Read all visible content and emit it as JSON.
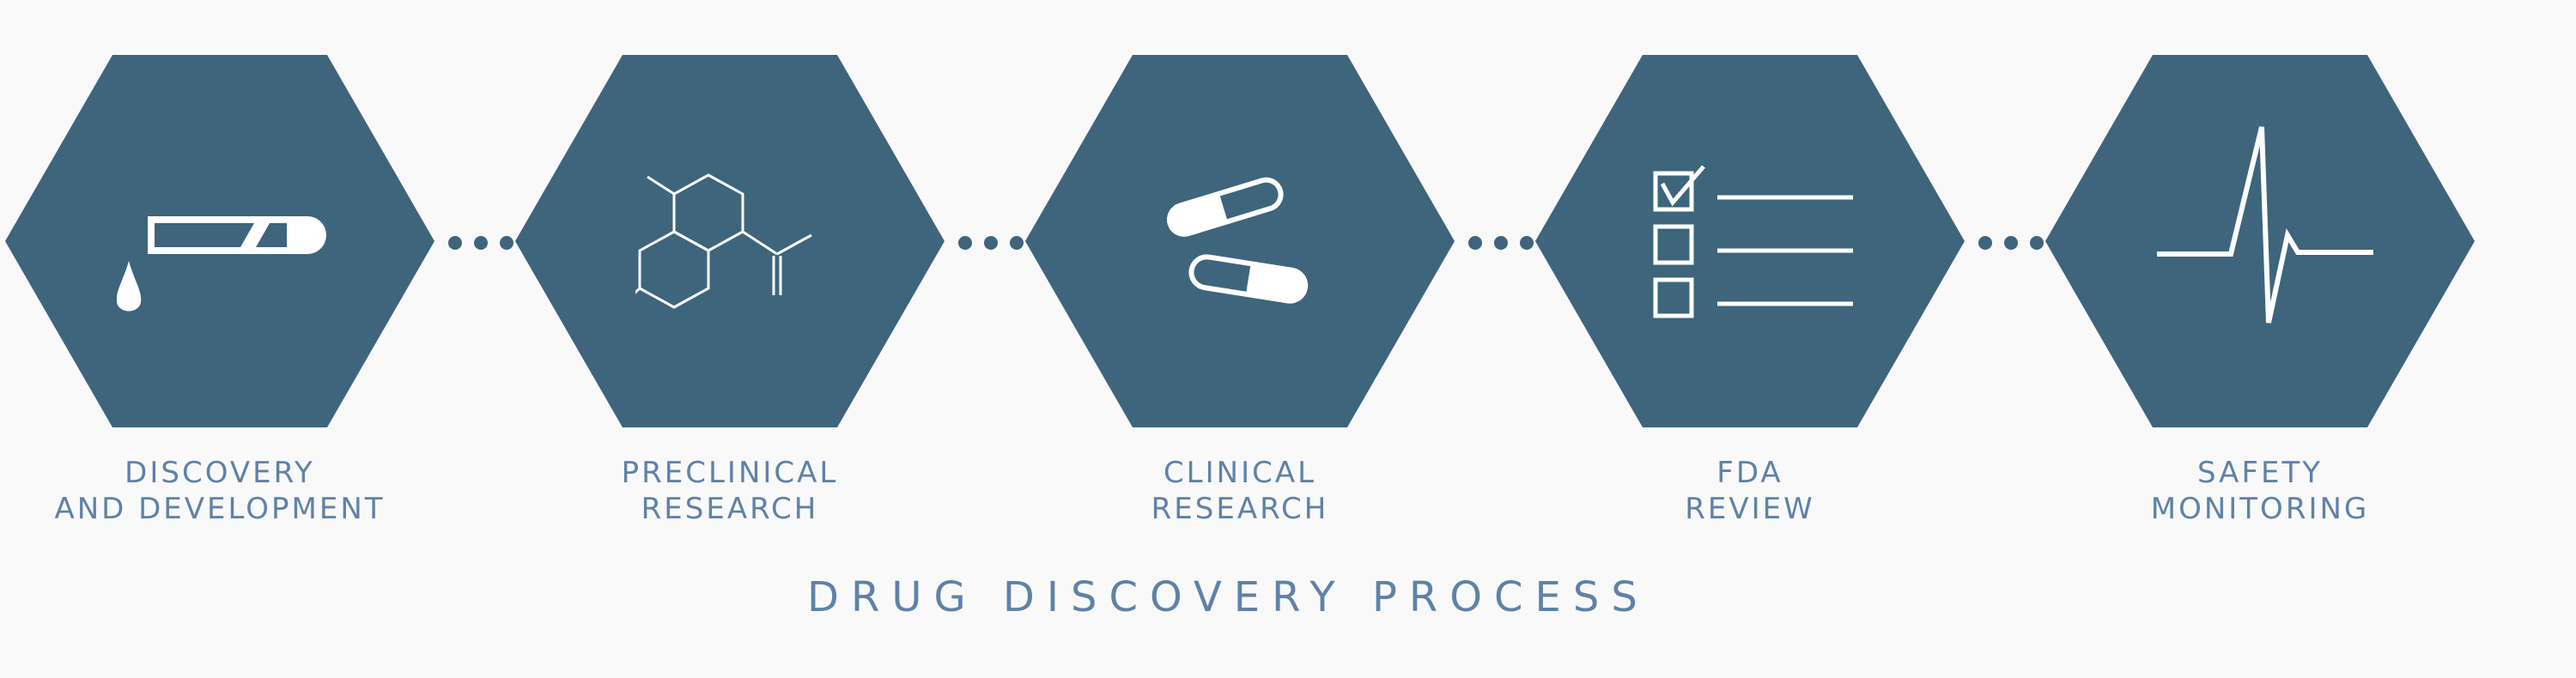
{
  "colors": {
    "hex_fill": "#3e657c",
    "icon_stroke": "#ffffff",
    "label_text": "#5f82a8",
    "background": "#f9f9f9"
  },
  "steps": [
    {
      "icon": "test-tube-dropper-icon",
      "label_line1": "DISCOVERY",
      "label_line2": "AND DEVELOPMENT"
    },
    {
      "icon": "molecule-icon",
      "label_line1": "PRECLINICAL",
      "label_line2": "RESEARCH"
    },
    {
      "icon": "pills-icon",
      "label_line1": "CLINICAL",
      "label_line2": "RESEARCH"
    },
    {
      "icon": "checklist-icon",
      "label_line1": "FDA",
      "label_line2": "REVIEW"
    },
    {
      "icon": "heartbeat-icon",
      "label_line1": "SAFETY",
      "label_line2": "MONITORING"
    }
  ],
  "title": "DRUG DISCOVERY PROCESS"
}
